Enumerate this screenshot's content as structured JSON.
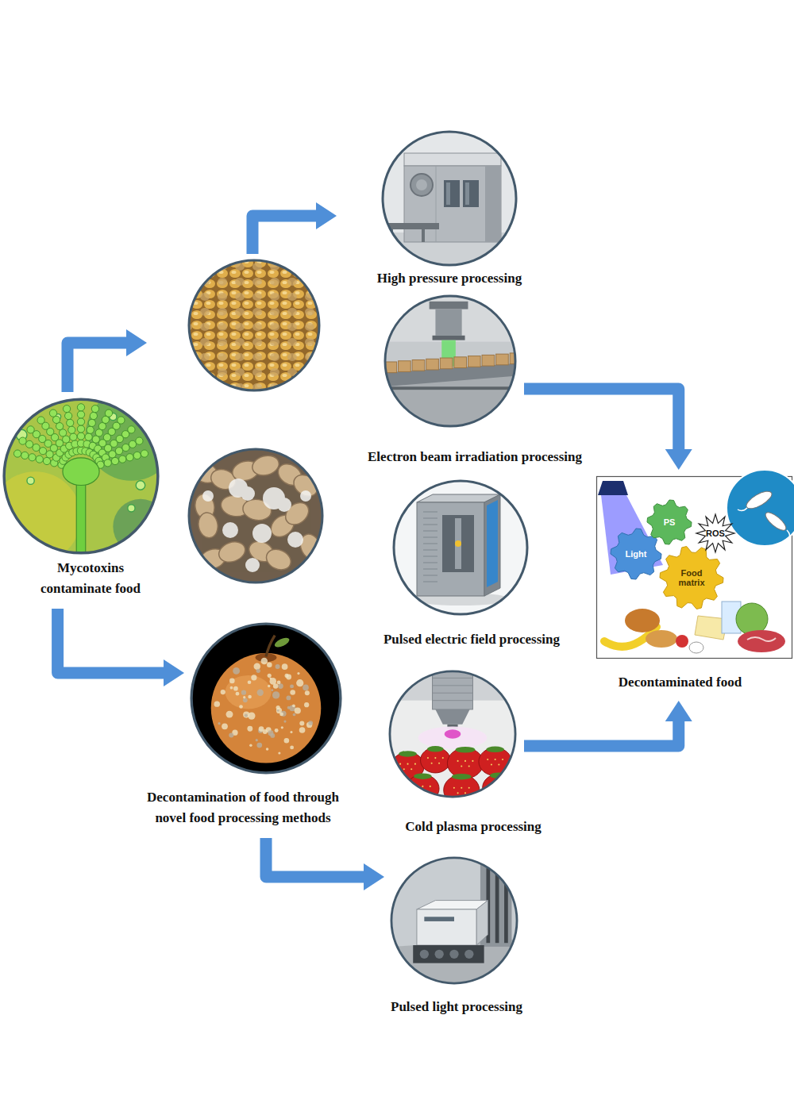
{
  "diagram": {
    "nodes": [
      {
        "text": [
          "High pressure processing"
        ]
      },
      {
        "text": [
          "Electron beam irradiation processing"
        ]
      },
      {
        "text": [
          "Mycotoxins contaminate food"
        ]
      },
      {
        "text": [
          "Decontaminated food"
        ]
      },
      {
        "text": [
          "Pulsed electric field processing"
        ]
      },
      {
        "text": [
          "Decontamination of food through novel food processing methods"
        ]
      },
      {
        "text": [
          "Cold plasma processing"
        ]
      },
      {
        "text": [
          "Pulsed light processing"
        ]
      }
    ],
    "edges": [
      {
        "from": 2,
        "to": 5,
        "arrow": "to"
      },
      {
        "from": 5,
        "to": 7,
        "arrow": "to"
      },
      {
        "from": 1,
        "to": 3,
        "arrow": "to"
      },
      {
        "from": 6,
        "to": 3,
        "arrow": "to"
      }
    ],
    "labels": [
      "PS",
      "ROS",
      "Light",
      "Food matrix"
    ]
  }
}
